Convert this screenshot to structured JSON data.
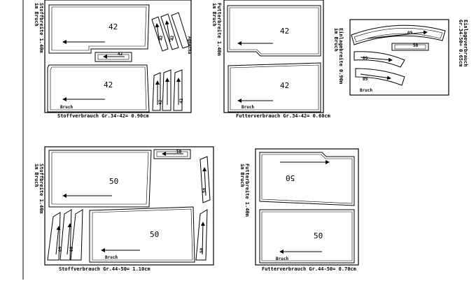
{
  "panel1": {
    "side_label": [
      "Stoffbreite 1.40m",
      "im Bruch"
    ],
    "num_upper": "42",
    "num_lower": "42",
    "small_piece": "42",
    "strip_labels": [
      "42",
      "42"
    ],
    "lower_strip_labels": [
      "42",
      "42"
    ],
    "side_piece_label": "Agnetha",
    "fold_label": "Bruch",
    "caption": "Stoffverbrauch Gr.34-42= 0.90cm"
  },
  "panel2": {
    "side_label": [
      "Futterbreite 1.40m",
      "im Bruch"
    ],
    "num_upper": "42",
    "num_lower": "42",
    "fold_label": "Bruch",
    "caption": "Futterverbrauch Gr.34-42= 0.60cm"
  },
  "panel3": {
    "side_label": [
      "Einlagebreite 0.90m",
      "im Bruch"
    ],
    "right_label": [
      "Einlageverbrauch",
      "Gr.34-50= 0.65cm"
    ],
    "piece_labels": [
      "09",
      "50",
      "09",
      "09"
    ],
    "fold_label": "Bruch"
  },
  "panel4": {
    "side_label": [
      "Stoffbreite 1.40m",
      "im Bruch"
    ],
    "num_upper": "50",
    "num_lower": "50",
    "small_piece": "50",
    "strip_label": "50",
    "lower_strip_labels": [
      "09",
      "09",
      "50"
    ],
    "fold_label": "Bruch",
    "caption": "Stoffverbrauch Gr.44-50= 1.10cm"
  },
  "panel5": {
    "side_label": [
      "Futterbreite 1.40m",
      "im Bruch"
    ],
    "num_upper": "50",
    "num_lower": "50",
    "fold_label": "Bruch",
    "caption": "Futterverbrauch Gr.44-50= 0.70cm"
  }
}
